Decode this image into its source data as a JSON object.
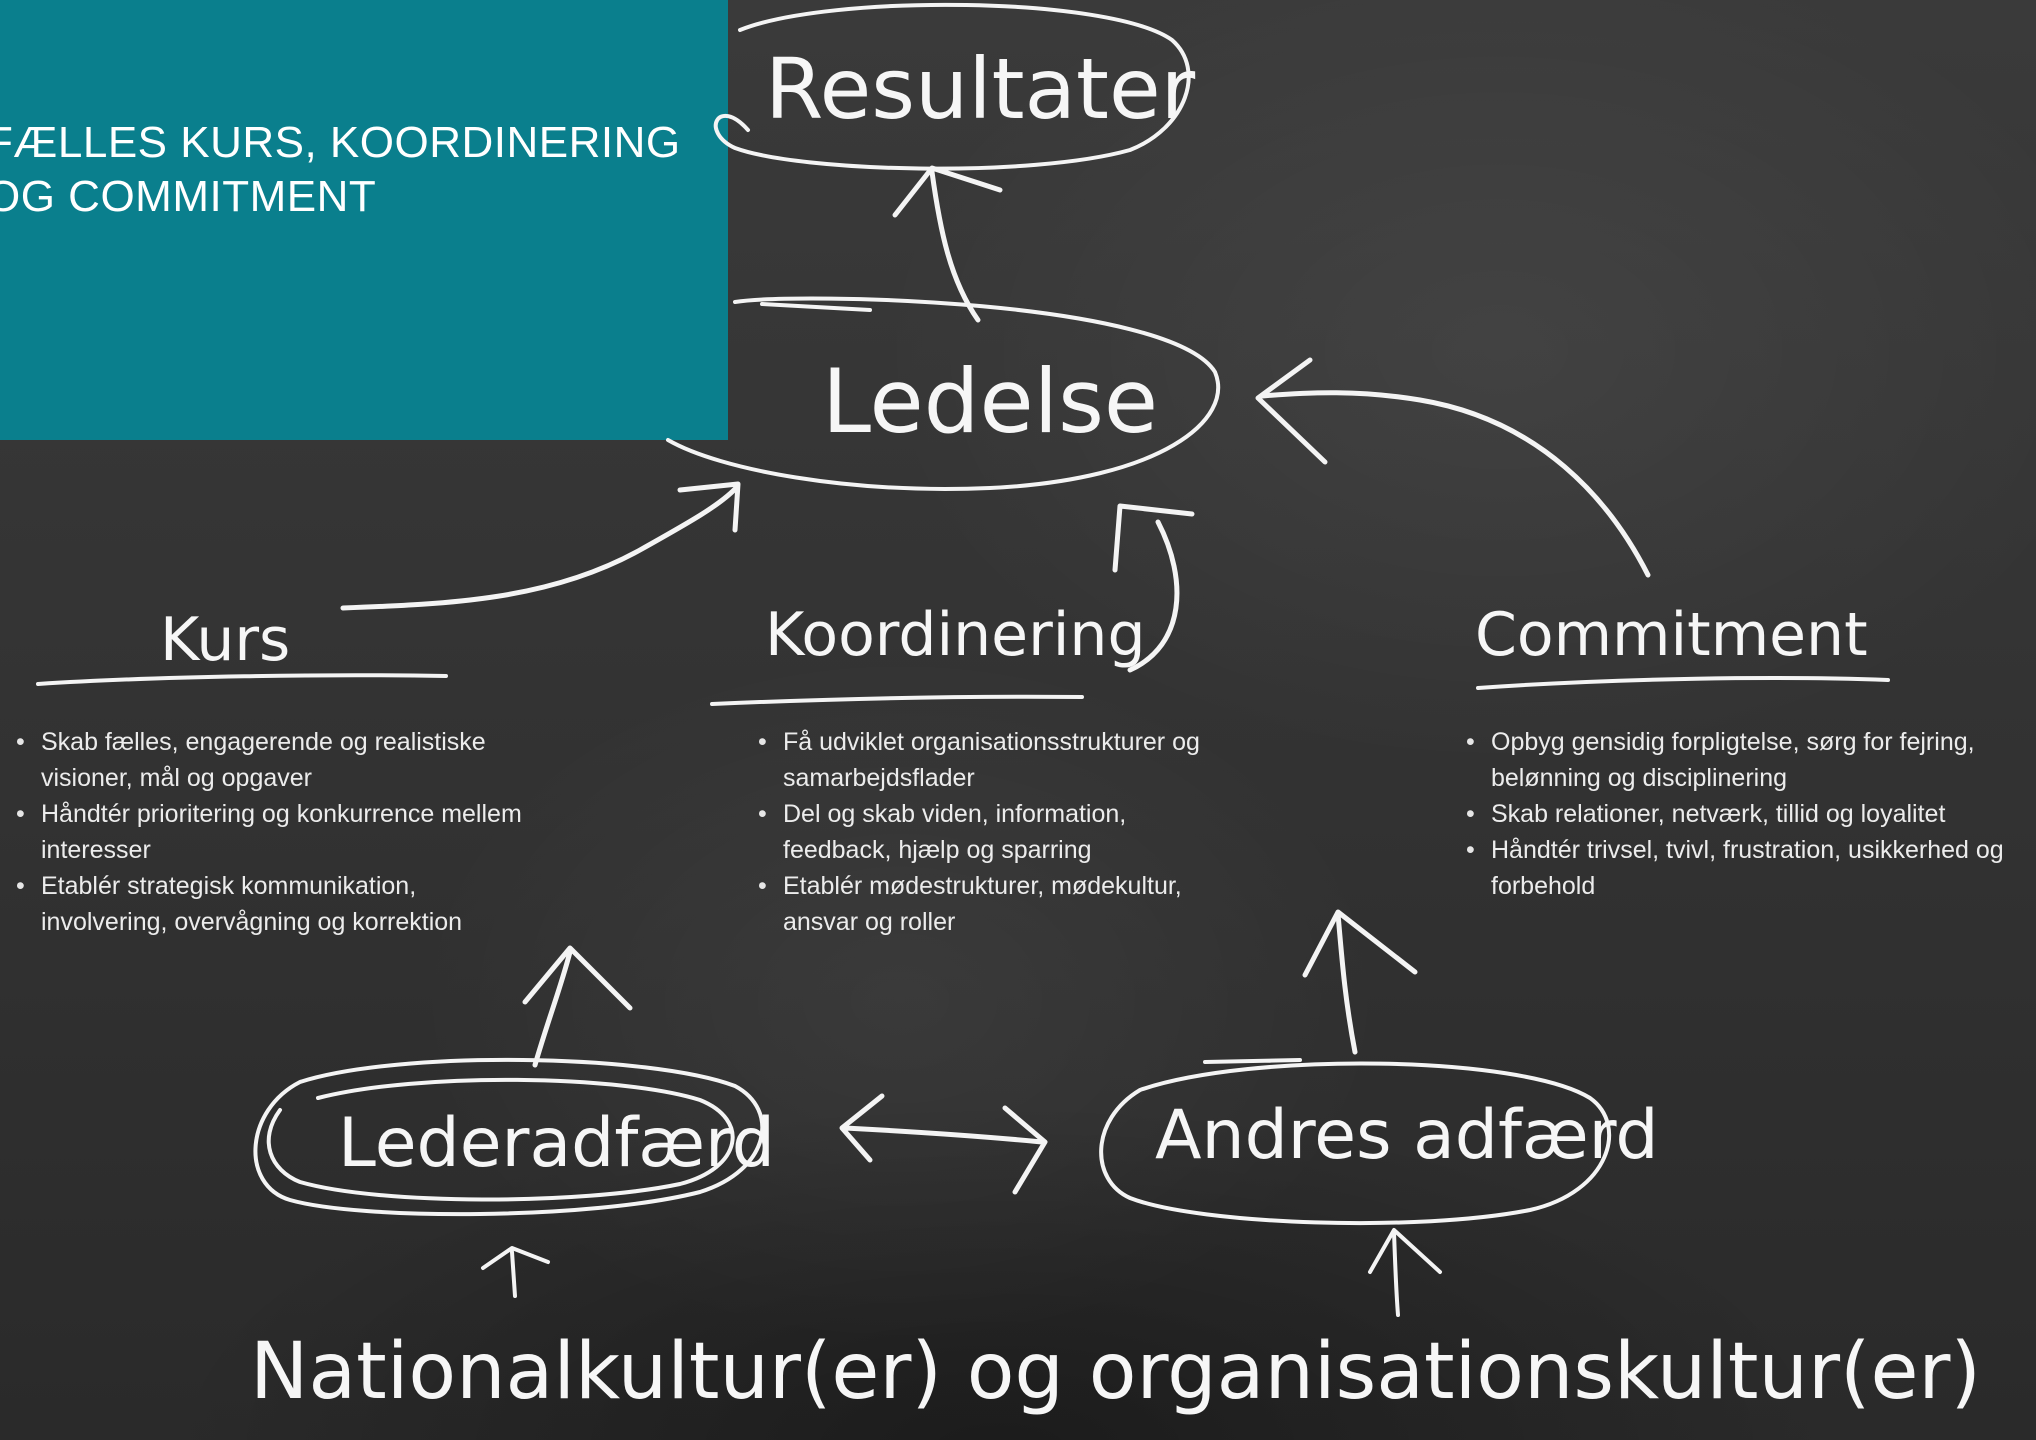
{
  "header": {
    "title_line1": "FÆLLES KURS, KOORDINERING",
    "title_line2": "OG COMMITMENT",
    "color": "#0a7f8d"
  },
  "nodes": {
    "resultater": "Resultater",
    "ledelse": "Ledelse",
    "kurs": "Kurs",
    "koordinering": "Koordinering",
    "commitment": "Commitment",
    "lederadfaerd": "Lederadfærd",
    "andres_adfaerd": "Andres adfærd",
    "kultur": "Nationalkultur(er) og organisationskultur(er)"
  },
  "kurs_items": [
    "Skab fælles, engagerende og realistiske visioner, mål og opgaver",
    "Håndtér prioritering og konkurrence mellem interesser",
    "Etablér strategisk kommunikation, involvering, overvågning og korrektion"
  ],
  "koordinering_items": [
    "Få udviklet organisationsstrukturer og samarbejdsflader",
    "Del og skab viden, information, feedback, hjælp og sparring",
    "Etablér mødestrukturer, mødekultur, ansvar og roller"
  ],
  "commitment_items": [
    "Opbyg gensidig forpligtelse, sørg for fejring, belønning og disciplinering",
    "Skab relationer, netværk, tillid og loyalitet",
    "Håndtér trivsel, tvivl, frustration, usikkerhed og forbehold"
  ],
  "colors": {
    "chalkboard": "#353535",
    "chalk": "#f4f4f4",
    "panel": "#0a7f8d"
  }
}
